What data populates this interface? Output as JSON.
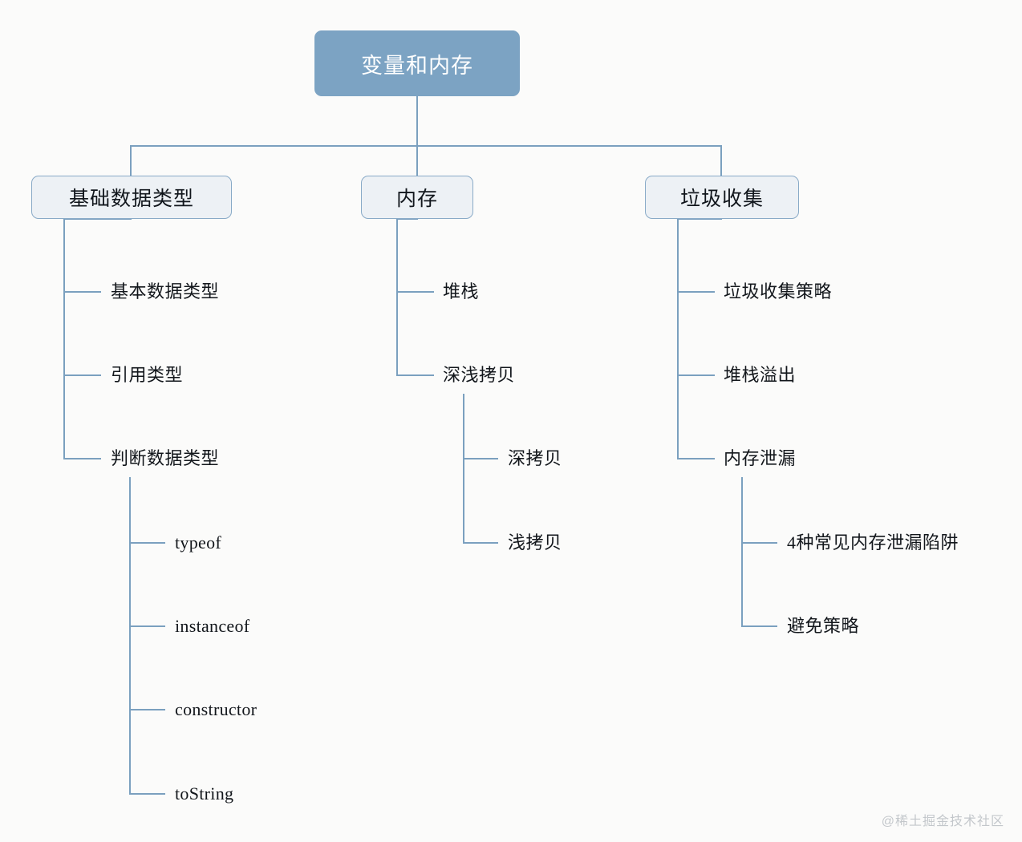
{
  "diagram": {
    "type": "mindmap-tree",
    "title": "变量和内存",
    "colors": {
      "root_fill": "#7ca3c3",
      "root_text": "#ffffff",
      "node_fill": "#edf1f5",
      "node_border": "#89aac7",
      "connector": "#7ba0bf",
      "text": "#12161b",
      "background": "#fbfbfa",
      "watermark": "#c3c7cb"
    },
    "root": {
      "label": "变量和内存"
    },
    "branches": [
      {
        "label": "基础数据类型",
        "children": [
          {
            "label": "基本数据类型",
            "children": []
          },
          {
            "label": "引用类型",
            "children": []
          },
          {
            "label": "判断数据类型",
            "children": [
              {
                "label": "typeof"
              },
              {
                "label": "instanceof"
              },
              {
                "label": "constructor"
              },
              {
                "label": "toString"
              }
            ]
          }
        ]
      },
      {
        "label": "内存",
        "children": [
          {
            "label": "堆栈",
            "children": []
          },
          {
            "label": "深浅拷贝",
            "children": [
              {
                "label": "深拷贝"
              },
              {
                "label": "浅拷贝"
              }
            ]
          }
        ]
      },
      {
        "label": "垃圾收集",
        "children": [
          {
            "label": "垃圾收集策略",
            "children": []
          },
          {
            "label": "堆栈溢出",
            "children": []
          },
          {
            "label": "内存泄漏",
            "children": [
              {
                "label": "4种常见内存泄漏陷阱"
              },
              {
                "label": "避免策略"
              }
            ]
          }
        ]
      }
    ],
    "watermark": "@稀土掘金技术社区"
  }
}
